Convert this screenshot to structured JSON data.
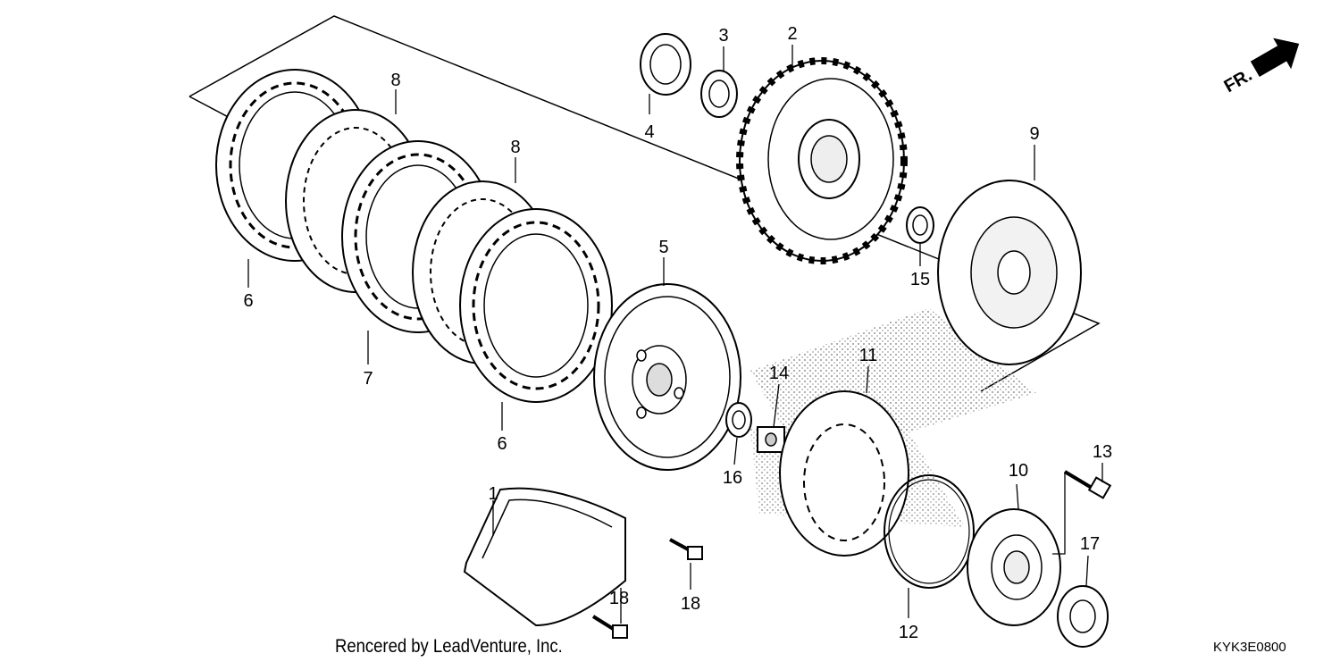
{
  "callouts": [
    {
      "id": "1",
      "label": "1"
    },
    {
      "id": "2",
      "label": "2"
    },
    {
      "id": "3",
      "label": "3"
    },
    {
      "id": "4",
      "label": "4"
    },
    {
      "id": "5",
      "label": "5"
    },
    {
      "id": "6a",
      "label": "6"
    },
    {
      "id": "6b",
      "label": "6"
    },
    {
      "id": "7",
      "label": "7"
    },
    {
      "id": "8a",
      "label": "8"
    },
    {
      "id": "8b",
      "label": "8"
    },
    {
      "id": "9",
      "label": "9"
    },
    {
      "id": "10",
      "label": "10"
    },
    {
      "id": "11",
      "label": "11"
    },
    {
      "id": "12",
      "label": "12"
    },
    {
      "id": "13",
      "label": "13"
    },
    {
      "id": "14",
      "label": "14"
    },
    {
      "id": "15",
      "label": "15"
    },
    {
      "id": "16",
      "label": "16"
    },
    {
      "id": "17",
      "label": "17"
    },
    {
      "id": "18a",
      "label": "18"
    },
    {
      "id": "18b",
      "label": "18"
    }
  ],
  "direction_label": "FR.",
  "credit": "Rencered by LeadVenture, Inc.",
  "diagram_code": "KYK3E0800"
}
